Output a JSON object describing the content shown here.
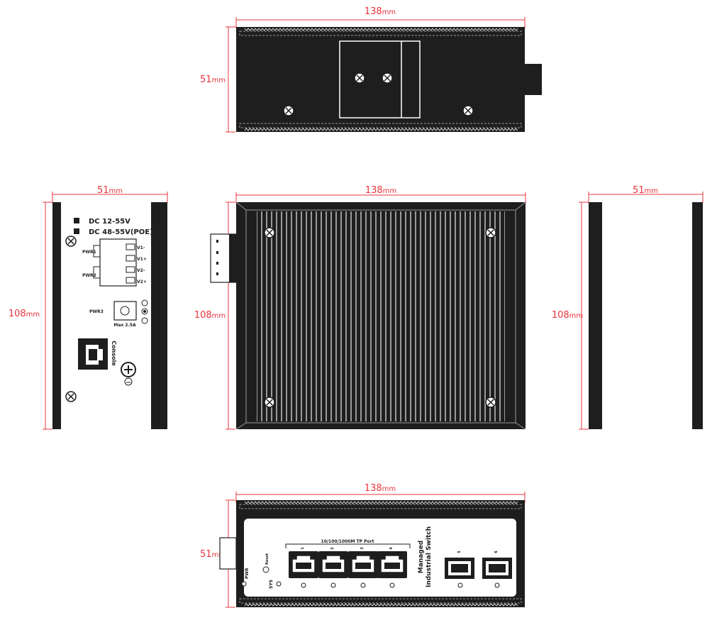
{
  "colors": {
    "body": "#1e1e1e",
    "dimension": "#e8343c",
    "background": "#ffffff"
  },
  "units": "mm",
  "views": {
    "top": {
      "name": "top-view",
      "width": "138",
      "height": "51"
    },
    "left_side": {
      "name": "power-side-view",
      "width": "51",
      "height": "108",
      "labels": {
        "dc1": "DC 12-55V",
        "dc2": "DC 48-55V(POE)",
        "pwr1": "PWR1",
        "pwr2": "PWR2",
        "pwr3": "PWR3",
        "max": "Max 2.5A",
        "console": "Console",
        "v1m": "V1-",
        "v1p": "V1+",
        "v2m": "V2-",
        "v2p": "V2+"
      }
    },
    "front": {
      "name": "heatsink-view",
      "width": "138",
      "height": "108"
    },
    "right_side": {
      "name": "blank-side-view",
      "width": "51",
      "height": "108"
    },
    "bottom": {
      "name": "port-panel-view",
      "width": "138",
      "height": "51",
      "labels": {
        "tp_port": "10/100/1000M TP Port",
        "managed": "Managed",
        "industrial": "Industrial Switch",
        "pwr": "PWR",
        "sys": "SYS",
        "reset": "Reset",
        "ports": [
          "1",
          "2",
          "3",
          "4",
          "5",
          "6"
        ]
      }
    }
  }
}
